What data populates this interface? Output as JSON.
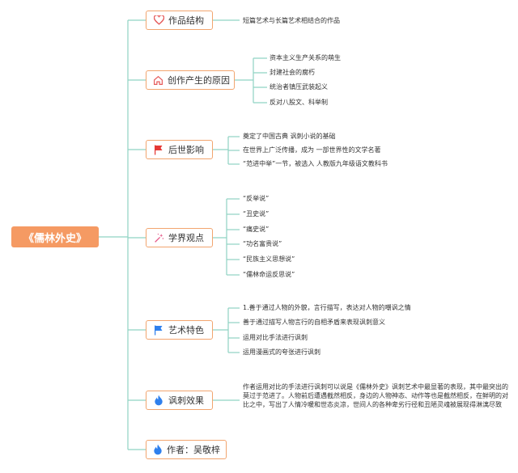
{
  "root": {
    "label": "《儒林外史》"
  },
  "branches": [
    {
      "key": "structure",
      "label": "作品结构",
      "icon": "heart-icon",
      "color": "#e55a5a",
      "items": [
        "短篇艺术与长篇艺术相结合的作品"
      ]
    },
    {
      "key": "origin",
      "label": "创作产生的原因",
      "icon": "home-icon",
      "color": "#e55a5a",
      "items": [
        "资本主义生产关系的萌生",
        "封建社会的腐朽",
        "统治者镇压武装起义",
        "反对八股文、科举制"
      ]
    },
    {
      "key": "influence",
      "label": "后世影响",
      "icon": "flag-icon",
      "color": "#e53935",
      "items": [
        "奠定了中国古典 讽刺小说的基础",
        "在世界上广泛传播，成为 一部世界性的文学名著",
        "“范进中举”一节，被选入 人教版九年级语文教科书"
      ]
    },
    {
      "key": "views",
      "label": "学界观点",
      "icon": "sparkle-wand-icon",
      "color": "#e55a8a",
      "items": [
        "“反举说”",
        "“丑史说”",
        "“痛史说”",
        "“功名富贵说”",
        "“民族主义思想说”",
        "“儒林命运反思说”"
      ]
    },
    {
      "key": "features",
      "label": "艺术特色",
      "icon": "blue-flag-icon",
      "color": "#2f80ed",
      "items": [
        "1.善于通过人物的外貌，言行描写，表达对人物的嘲讽之情",
        "善于通过描写人物言行的自相矛盾来表现讽刺意义",
        "运用对比手法进行讽刺",
        "运用漫画式的夸张进行讽刺"
      ]
    },
    {
      "key": "effect",
      "label": "讽刺效果",
      "icon": "flame-icon",
      "color": "#2f80ed",
      "paragraph": "作者运用对比的手法进行讽刺可以说是《儒林外史》讽刺艺术中最显著的表现，其中最突出的莫过于范进了。人物前后遭遇截然相反，身边的人物神态、动作等也是截然相反，在鲜明的对比之中，写出了人情冷暖和世态炎凉，世间人的各种卑劣行径和丑陋灵魂被展现得淋漓尽致"
    },
    {
      "key": "author",
      "label": "作者：吴敬梓",
      "icon": "flame-icon",
      "color": "#2f80ed",
      "items": []
    }
  ]
}
